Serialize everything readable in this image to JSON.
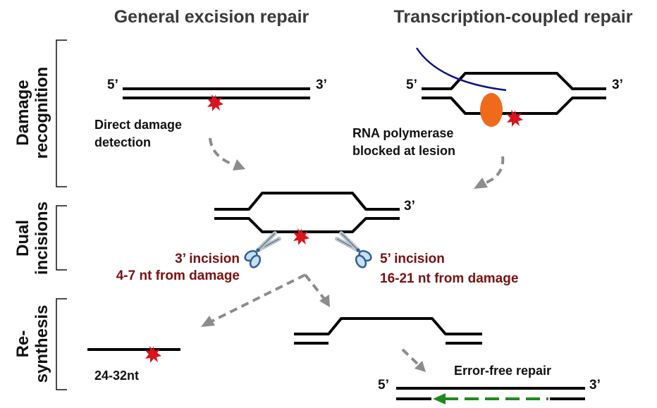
{
  "titles": {
    "general": "General excision repair",
    "transcription": "Transcription-coupled repair"
  },
  "stages": {
    "recognition_line1": "Damage",
    "recognition_line2": "recognition",
    "incisions_line1": "Dual",
    "incisions_line2": "incisions",
    "resynthesis_line1": "Re-",
    "resynthesis_line2": "synthesis"
  },
  "ends": {
    "five_prime": "5’",
    "three_prime": "3’"
  },
  "general": {
    "label_line1": "Direct damage",
    "label_line2": "detection"
  },
  "transcription": {
    "label_line1": "RNA polymerase",
    "label_line2": "blocked at lesion"
  },
  "incisions": {
    "left_line1": "3’ incision",
    "left_line2": "4-7 nt from damage",
    "right_line1": "5’ incision",
    "right_line2": "16-21 nt from damage"
  },
  "resynthesis": {
    "fragment_label": "24-32nt",
    "outcome_label": "Error-free repair"
  },
  "colors": {
    "lesion": "#d8141c",
    "polymerase": "#f06a1c",
    "rna": "#0a1480",
    "arrow": "#8c8c8c",
    "synthesis_arrow": "#1e8a1e",
    "incision_text": "#7a1010"
  },
  "icons": [
    "lesion-star-icon",
    "scissors-icon",
    "rna-polymerase-icon"
  ]
}
